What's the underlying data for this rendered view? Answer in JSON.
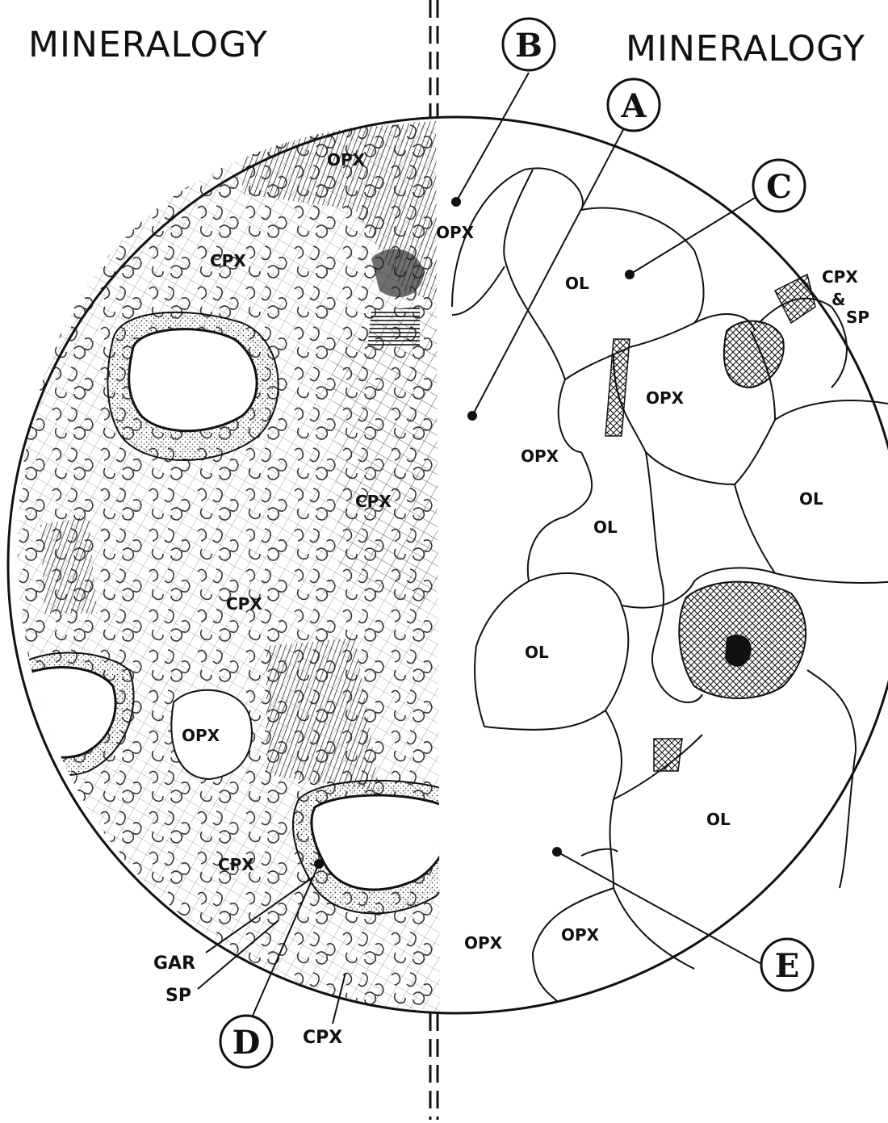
{
  "titles": {
    "left": "MINERALOGY",
    "right": "MINERALOGY"
  },
  "callouts": {
    "A": "A",
    "B": "B",
    "C": "C",
    "D": "D",
    "E": "E"
  },
  "minerals": {
    "opx_top": "OPX",
    "opx_b": "OPX",
    "cpx_upper": "CPX",
    "cpx_mid": "CPX",
    "cpx_center": "CPX",
    "opx_left": "OPX",
    "cpx_bottom": "CPX",
    "ol_c": "OL",
    "cpx_sp_cpx": "CPX",
    "cpx_sp_amp": "&",
    "cpx_sp_sp": "SP",
    "opx_upper_right": "OPX",
    "opx_right_center": "OPX",
    "ol_center": "OL",
    "ol_right": "OL",
    "ol_lower_center": "OL",
    "ol_lower_right": "OL",
    "opx_bottom_1": "OPX",
    "opx_bottom_2": "OPX"
  },
  "outside_labels": {
    "gar": "GAR",
    "sp": "SP",
    "cpx": "CPX"
  }
}
